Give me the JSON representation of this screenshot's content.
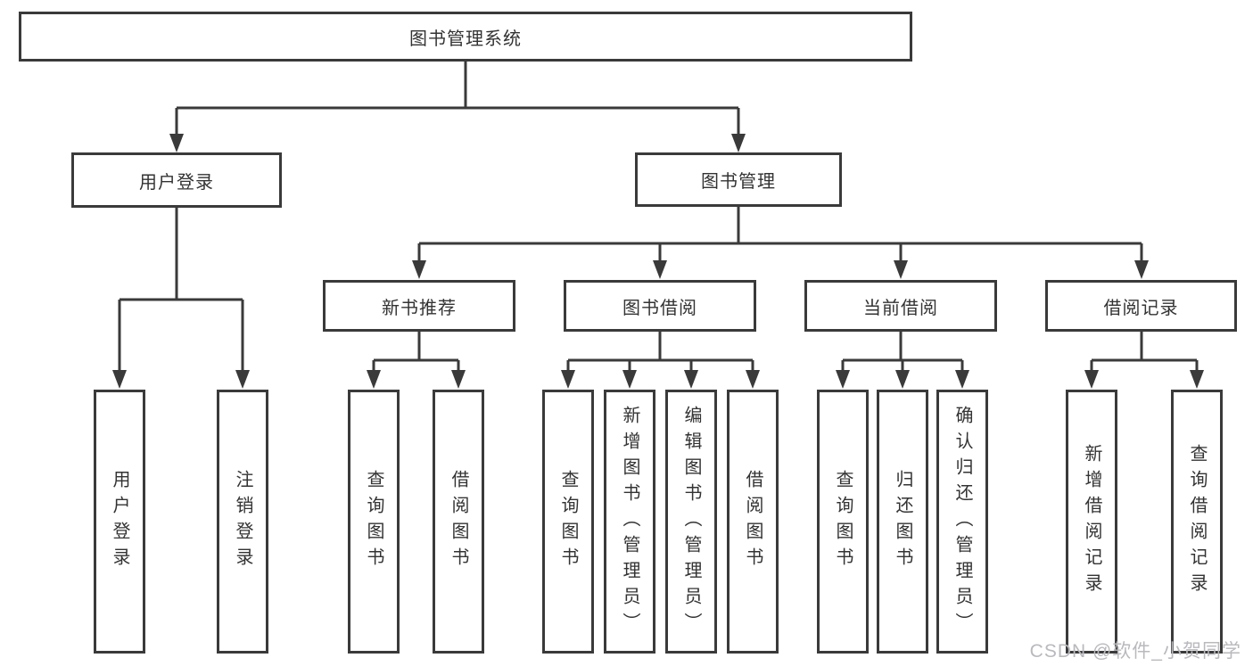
{
  "tree": {
    "label": "图书管理系统",
    "children": [
      {
        "label": "用户登录",
        "children": [
          {
            "label": "用户登录"
          },
          {
            "label": "注销登录"
          }
        ]
      },
      {
        "label": "图书管理",
        "children": [
          {
            "label": "新书推荐",
            "children": [
              {
                "label": "查询图书"
              },
              {
                "label": "借阅图书"
              }
            ]
          },
          {
            "label": "图书借阅",
            "children": [
              {
                "label": "查询图书"
              },
              {
                "label": "新增图书（管理员）"
              },
              {
                "label": "编辑图书（管理员）"
              },
              {
                "label": "借阅图书"
              }
            ]
          },
          {
            "label": "当前借阅",
            "children": [
              {
                "label": "查询图书"
              },
              {
                "label": "归还图书"
              },
              {
                "label": "确认归还（管理员）"
              }
            ]
          },
          {
            "label": "借阅记录",
            "children": [
              {
                "label": "新增借阅记录"
              },
              {
                "label": "查询借阅记录"
              }
            ]
          }
        ]
      }
    ]
  },
  "watermark": "CSDN @软件_小贺同学",
  "colors": {
    "line": "#3a3a3a",
    "box_fill": "#ffffff",
    "text": "#333333",
    "watermark": "#b9b9be",
    "background": "#ffffff"
  }
}
